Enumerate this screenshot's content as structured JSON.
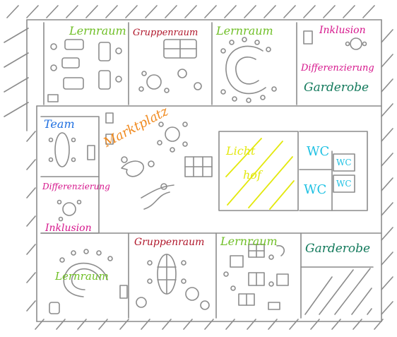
{
  "colors": {
    "green": "#6fbf26",
    "red": "#b0172b",
    "magenta": "#d6168c",
    "blue": "#1f6fe0",
    "orange": "#f08a1f",
    "yellow": "#e3e80e",
    "cyan": "#1fc1e3",
    "teal": "#137a5c",
    "pencil": "#8c8c8c"
  },
  "rooms": {
    "top_lernraum_left": "Lernraum",
    "top_gruppenraum": "Gruppenraum",
    "top_lernraum_right": "Lernraum",
    "top_inklusion": "Inklusion",
    "top_differenzierung": "Differenzierung",
    "top_garderobe": "Garderobe",
    "team": "Team",
    "marktplatz": "Marktplatz",
    "lichthof_line1": "Licht",
    "lichthof_line2": "hof",
    "wc_large_upper": "WC",
    "wc_large_lower": "WC",
    "wc_small_upper": "WC",
    "wc_small_lower": "WC",
    "left_differenzierung": "Differenzierung",
    "left_inklusion": "Inklusion",
    "bottom_lernraum_left": "Lernraum",
    "bottom_gruppenraum": "Gruppenraum",
    "bottom_lernraum_right": "Lernraum",
    "bottom_garderobe": "Garderobe"
  }
}
